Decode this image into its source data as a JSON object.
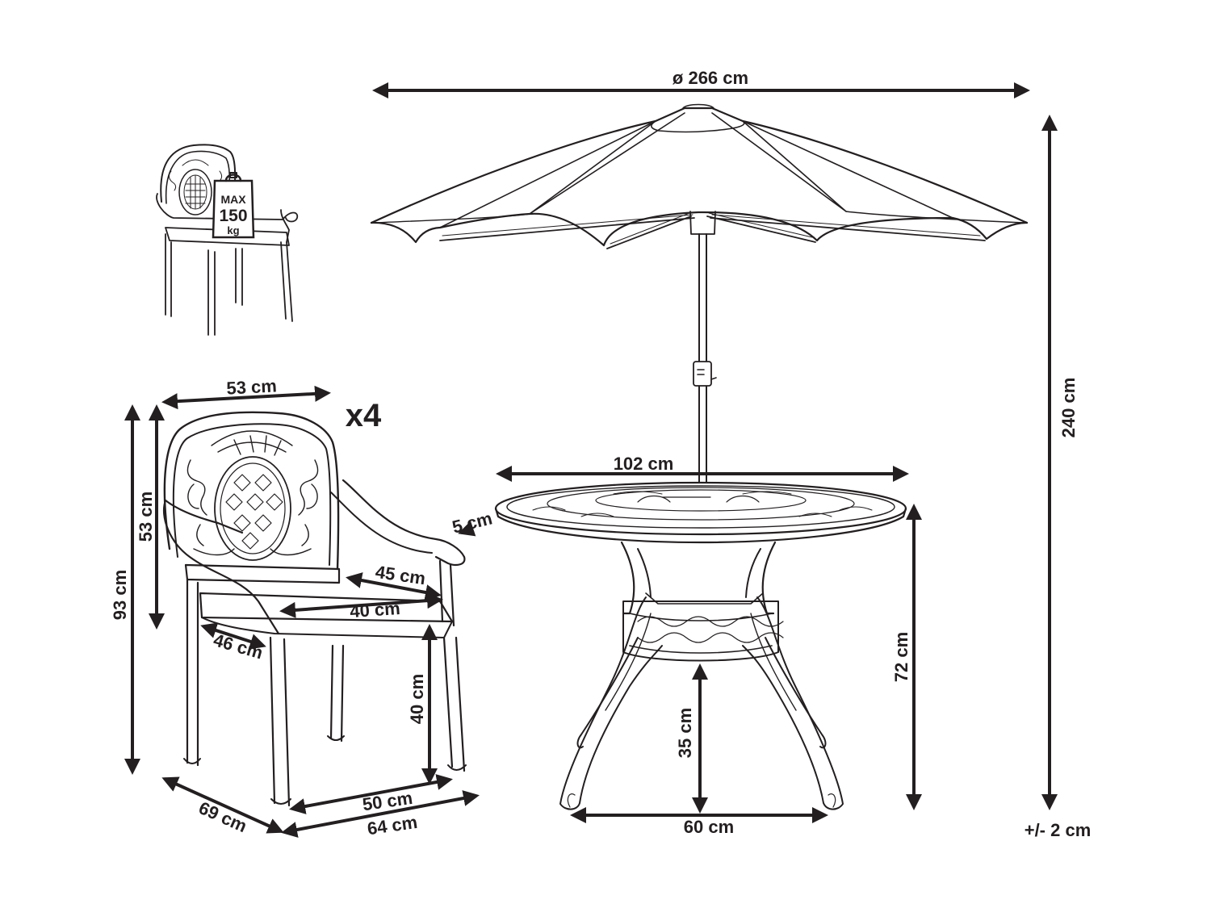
{
  "diagram": {
    "umbrella": {
      "diameter": "ø 266 cm",
      "height": "240 cm"
    },
    "tolerance": "+/- 2 cm",
    "table": {
      "diameter": "102 cm",
      "top_thickness": "5 cm",
      "height": "72 cm",
      "base_clearance": "35 cm",
      "base_width": "60 cm"
    },
    "chair": {
      "quantity": "x4",
      "width_top": "53 cm",
      "total_height": "93 cm",
      "back_height": "53 cm",
      "seat_depth": "45 cm",
      "seat_width": "40 cm",
      "seat_side": "46 cm",
      "seat_height": "40 cm",
      "front_width": "50 cm",
      "depth": "69 cm",
      "width": "64 cm"
    },
    "max_load": {
      "line1": "MAX",
      "line2": "150",
      "line3": "kg"
    }
  }
}
